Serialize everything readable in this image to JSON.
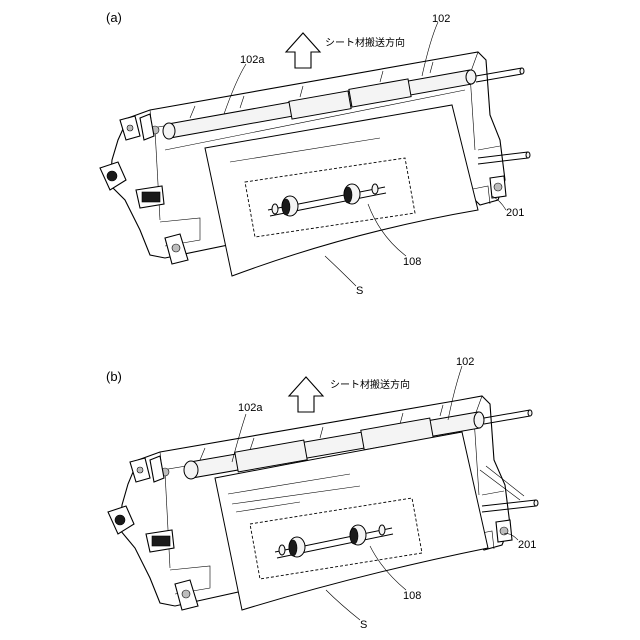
{
  "panels": [
    {
      "id": "a",
      "panel_label": "(a)",
      "direction_label": "シート材搬送方向",
      "label_102": "102",
      "label_102a": "102a",
      "label_201": "201",
      "label_108": "108",
      "label_S": "S"
    },
    {
      "id": "b",
      "panel_label": "(b)",
      "direction_label": "シート材搬送方向",
      "label_102": "102",
      "label_102a": "102a",
      "label_201": "201",
      "label_108": "108",
      "label_S": "S"
    }
  ]
}
